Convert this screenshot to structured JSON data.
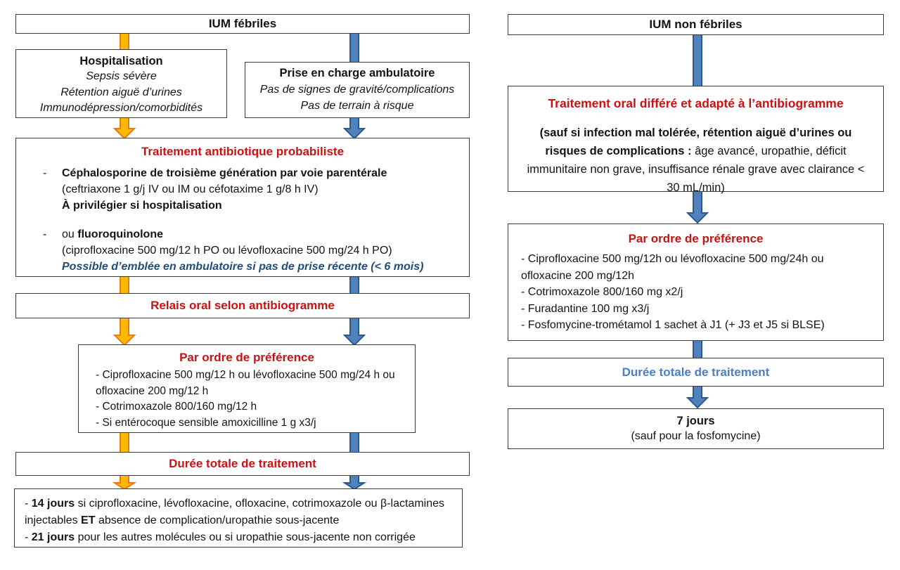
{
  "colors": {
    "title_red": "#CC1111",
    "note_navy": "#1F4E79",
    "duration_blue": "#4A7EC6",
    "orange_fill": "#FFBA00",
    "orange_stroke": "#E8791C",
    "blue_fill": "#4F81BD",
    "blue_stroke": "#2E598C",
    "box_border": "#3B3B3B"
  },
  "left": {
    "header": "IUM fébriles",
    "hospitalisation": {
      "title": "Hospitalisation",
      "lines": [
        "Sepsis sévère",
        "Rétention aiguë d’urines",
        "Immunodépression/comorbidités"
      ]
    },
    "ambulatoire": {
      "title": "Prise en charge ambulatoire",
      "lines": [
        "Pas de signes de gravité/complications",
        "Pas de terrain à risque"
      ]
    },
    "probabiliste": {
      "title": "Traitement antibiotique probabiliste",
      "item1": {
        "dash": "-",
        "line1": "Céphalosporine de troisième génération par voie parentérale",
        "line2": "(ceftriaxone 1 g/j IV ou IM ou céfotaxime 1 g/8 h IV)",
        "line3": "À privilégier si hospitalisation"
      },
      "item2": {
        "dash": "-",
        "prefix": "ou ",
        "bold": "fluoroquinolone",
        "line2": "(ciprofloxacine 500 mg/12 h PO ou lévofloxacine 500 mg/24 h PO)",
        "note": "Possible d’emblée en ambulatoire si pas de prise récente (< 6 mois)"
      }
    },
    "relais": "Relais oral selon antibiogramme",
    "preference": {
      "title": "Par ordre de préférence",
      "lines": [
        "- Ciprofloxacine 500 mg/12 h ou lévofloxacine 500 mg/24 h ou ofloxacine 200 mg/12 h",
        "- Cotrimoxazole 800/160 mg/12 h",
        "- Si entérocoque sensible amoxicilline 1 g x3/j"
      ]
    },
    "duree_title": "Durée totale de traitement",
    "regles": {
      "p1_dash": "- ",
      "p1_bold": "14 jours",
      "p1_text": " si ciprofloxacine, lévofloxacine, ofloxacine, cotrimoxazole ou β-lactamines injectables ",
      "p1_bold2": "ET",
      "p1_text2": " absence de complication/uropathie sous-jacente",
      "p2_dash": "- ",
      "p2_bold": "21 jours",
      "p2_text": " pour les autres molécules ou si uropathie sous-jacente non corrigée"
    }
  },
  "right": {
    "header": "IUM non fébriles",
    "differe": {
      "title": "Traitement oral différé et adapté à l’antibiogramme",
      "bold_intro": "(sauf si infection mal tolérée, rétention aiguë d’urines ou risques de complications : ",
      "rest": "âge avancé, uropathie, déficit immunitaire non grave, insuffisance rénale grave avec clairance < 30 mL/min)"
    },
    "preference": {
      "title": "Par ordre de préférence",
      "lines": [
        "- Ciprofloxacine 500 mg/12h ou lévofloxacine 500 mg/24h ou ofloxacine 200 mg/12h",
        "- Cotrimoxazole 800/160 mg x2/j",
        "- Furadantine 100 mg x3/j",
        "- Fosfomycine-trométamol 1 sachet à J1 (+ J3 et J5 si BLSE)"
      ]
    },
    "duree_title": "Durée totale de traitement",
    "final": {
      "days": "7 jours",
      "note": "(sauf pour la fosfomycine)"
    }
  }
}
